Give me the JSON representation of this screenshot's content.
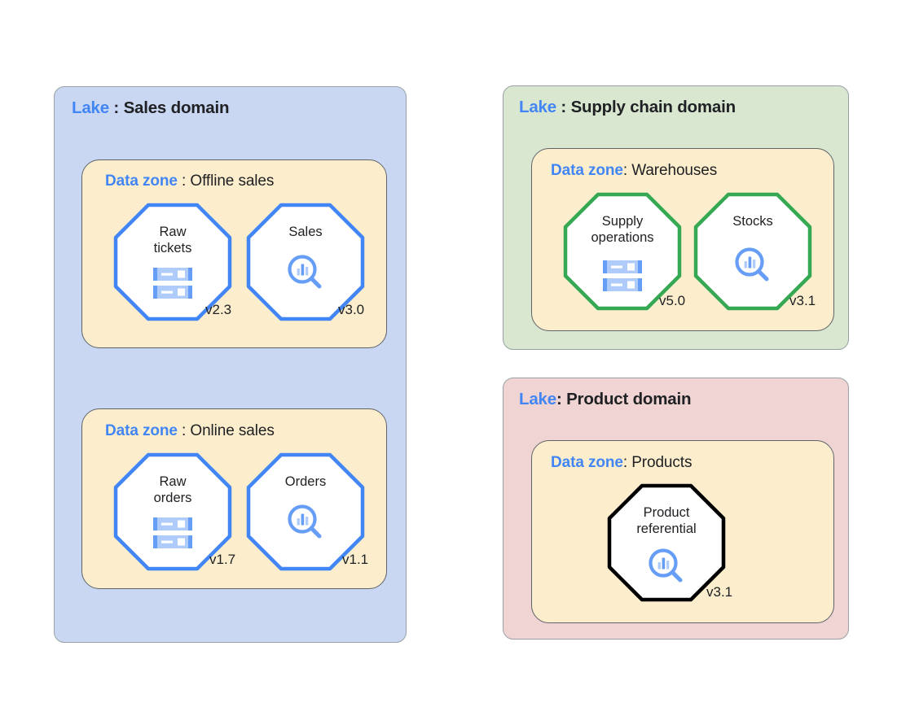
{
  "colors": {
    "lake_blue_bg": "#c9d7f2",
    "lake_green_bg": "#d9e7d1",
    "lake_pink_bg": "#efd4d3",
    "zone_yellow_bg": "#fceecd",
    "accent_blue": "#4285f4",
    "accent_green": "#34a853",
    "accent_black": "#000000",
    "icon_blue_dark": "#669df6",
    "icon_blue_light": "#aecbfa",
    "text_dark": "#202124",
    "border_gray": "#5f6368"
  },
  "labels": {
    "lake_keyword": "Lake",
    "zone_keyword": "Data zone"
  },
  "lakes": [
    {
      "id": "sales-domain",
      "keyword": "Lake",
      "separator": " : ",
      "name": "Sales domain",
      "accent": "#4285f4",
      "bg": "#c9d7f2",
      "zones": [
        {
          "id": "offline-sales",
          "keyword": "Data zone",
          "separator": " : ",
          "name": "Offline sales",
          "assets": [
            {
              "id": "raw-tickets",
              "name": "Raw tickets",
              "name_lines": [
                "Raw",
                "tickets"
              ],
              "version": "v2.3",
              "icon": "database-icon",
              "outline": "#4285f4"
            },
            {
              "id": "sales",
              "name": "Sales",
              "name_lines": [
                "Sales"
              ],
              "version": "v3.0",
              "icon": "analytics-search-icon",
              "outline": "#4285f4"
            }
          ]
        },
        {
          "id": "online-sales",
          "keyword": "Data zone",
          "separator": " : ",
          "name": "Online sales",
          "assets": [
            {
              "id": "raw-orders",
              "name": "Raw orders",
              "name_lines": [
                "Raw",
                "orders"
              ],
              "version": "v1.7",
              "icon": "database-icon",
              "outline": "#4285f4"
            },
            {
              "id": "orders",
              "name": "Orders",
              "name_lines": [
                "Orders"
              ],
              "version": "v1.1",
              "icon": "analytics-search-icon",
              "outline": "#4285f4"
            }
          ]
        }
      ]
    },
    {
      "id": "supply-chain-domain",
      "keyword": "Lake",
      "separator": " : ",
      "name": "Supply chain domain",
      "accent": "#34a853",
      "bg": "#d9e7d1",
      "zones": [
        {
          "id": "warehouses",
          "keyword": "Data zone",
          "separator": ": ",
          "name": "Warehouses",
          "assets": [
            {
              "id": "supply-operations",
              "name": "Supply operations",
              "name_lines": [
                "Supply",
                "operations"
              ],
              "version": "v5.0",
              "icon": "database-icon",
              "outline": "#34a853"
            },
            {
              "id": "stocks",
              "name": "Stocks",
              "name_lines": [
                "Stocks"
              ],
              "version": "v3.1",
              "icon": "analytics-search-icon",
              "outline": "#34a853"
            }
          ]
        }
      ]
    },
    {
      "id": "product-domain",
      "keyword": "Lake",
      "separator": ": ",
      "name": "Product domain",
      "accent": "#000000",
      "bg": "#efd4d3",
      "zones": [
        {
          "id": "products",
          "keyword": "Data zone",
          "separator": ": ",
          "name": "Products",
          "assets": [
            {
              "id": "product-referential",
              "name": "Product referential",
              "name_lines": [
                "Product",
                "referential"
              ],
              "version": "v3.1",
              "icon": "analytics-search-icon",
              "outline": "#000000"
            }
          ]
        }
      ]
    }
  ],
  "text": {
    "lake_sales_keyword": "Lake",
    "lake_sales_sep": " : ",
    "lake_sales_name": "Sales domain",
    "lake_supply_keyword": "Lake",
    "lake_supply_sep": " : ",
    "lake_supply_name": "Supply chain domain",
    "lake_product_keyword": "Lake",
    "lake_product_sep": ": ",
    "lake_product_name": "Product domain",
    "zone_offline_keyword": "Data zone",
    "zone_offline_sep": " : ",
    "zone_offline_name": "Offline sales",
    "zone_online_keyword": "Data zone",
    "zone_online_sep": " : ",
    "zone_online_name": "Online sales",
    "zone_warehouses_keyword": "Data zone",
    "zone_warehouses_sep": ": ",
    "zone_warehouses_name": "Warehouses",
    "zone_products_keyword": "Data zone",
    "zone_products_sep": ": ",
    "zone_products_name": "Products",
    "raw_tickets_l1": "Raw",
    "raw_tickets_l2": "tickets",
    "raw_tickets_v": "v2.3",
    "sales_l1": "Sales",
    "sales_v": "v3.0",
    "raw_orders_l1": "Raw",
    "raw_orders_l2": "orders",
    "raw_orders_v": "v1.7",
    "orders_l1": "Orders",
    "orders_v": "v1.1",
    "supply_ops_l1": "Supply",
    "supply_ops_l2": "operations",
    "supply_ops_v": "v5.0",
    "stocks_l1": "Stocks",
    "stocks_v": "v3.1",
    "product_ref_l1": "Product",
    "product_ref_l2": "referential",
    "product_ref_v": "v3.1"
  }
}
